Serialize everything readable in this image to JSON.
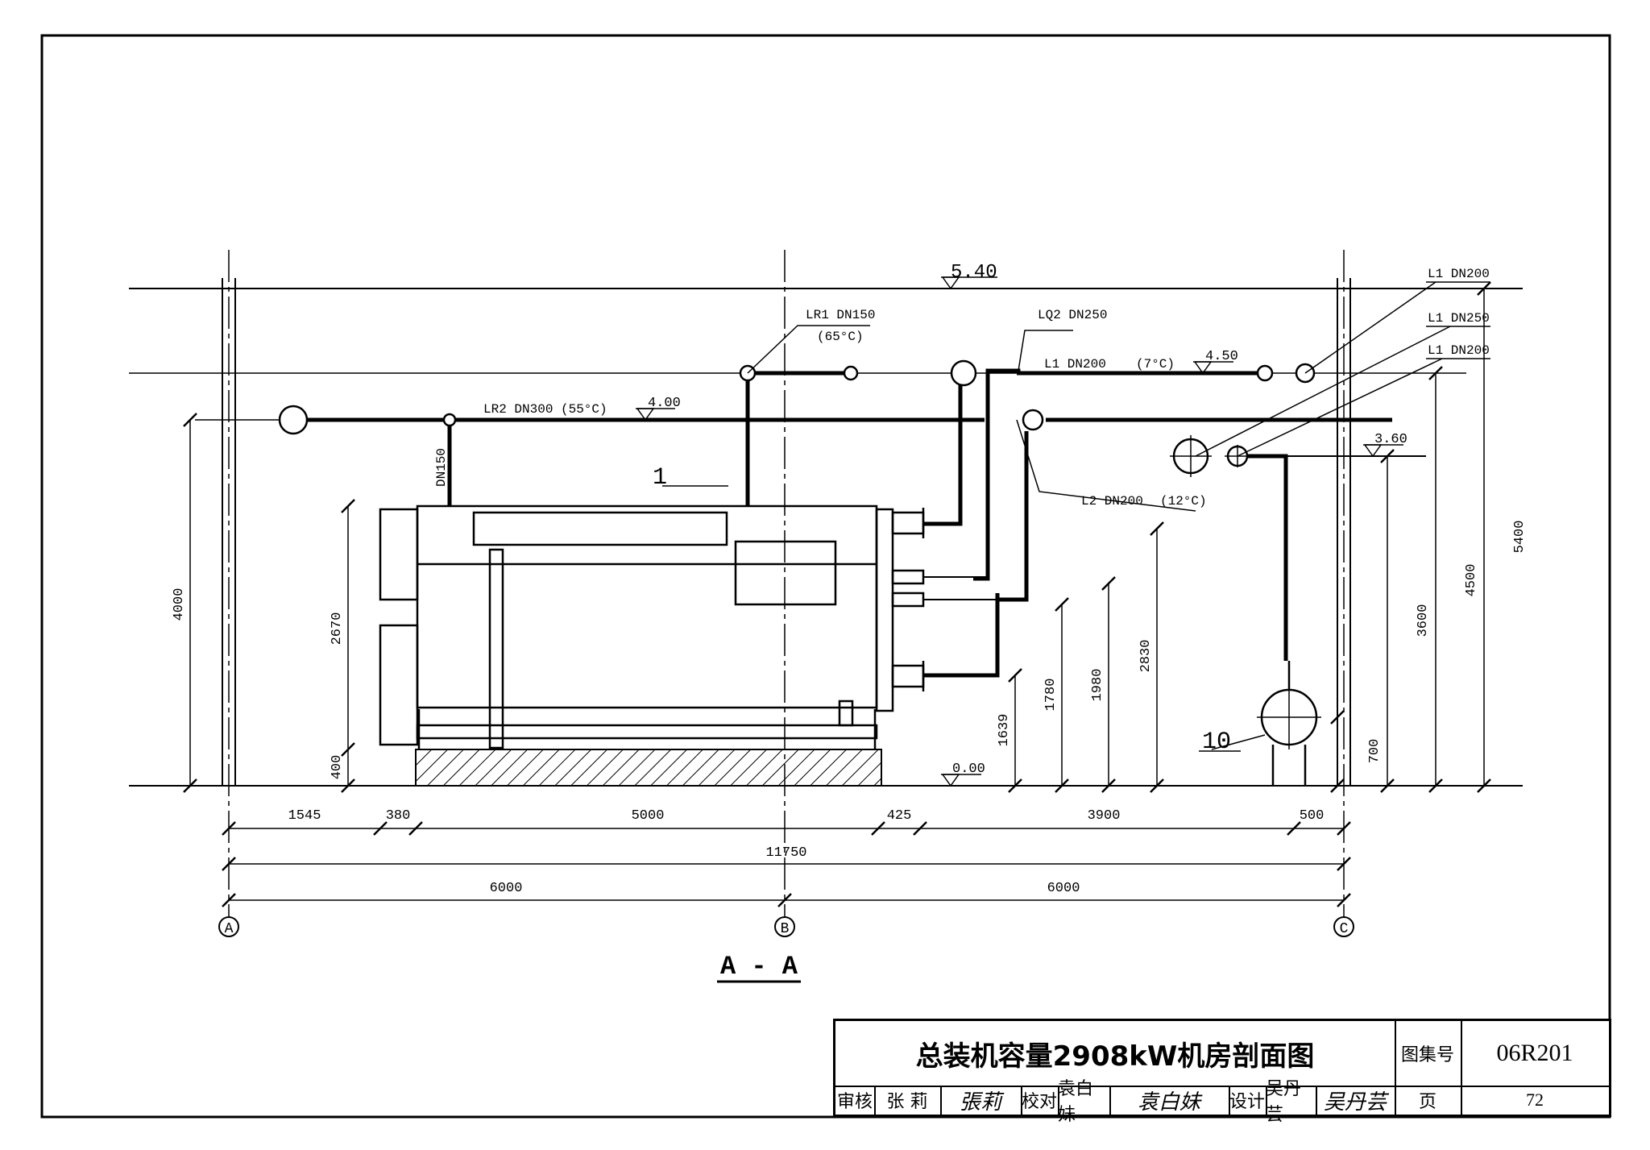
{
  "drawing": {
    "section_title": "A - A",
    "callouts": {
      "unit_1": "1",
      "pump_10": "10"
    },
    "axis_labels": [
      "A",
      "B",
      "C"
    ],
    "elevations": {
      "roof": "5.40",
      "pipe_upper": "4.50",
      "pipe_mid": "4.00",
      "pipe_lower": "3.60",
      "floor": "0.00"
    },
    "pipe_labels": {
      "lr1": "LR1 DN150",
      "lr1_temp": "(65°C)",
      "lq2": "LQ2 DN250",
      "l1_main": "L1 DN200",
      "l1_temp": "(7°C)",
      "lr2": "LR2 DN300",
      "lr2_temp": "(55°C)",
      "l2": "L2 DN200",
      "l2_temp": "(12°C)",
      "dn150": "DN150",
      "leader_l1_a": "L1 DN200",
      "leader_l1_b": "L1 DN250",
      "leader_l1_c": "L1 DN200"
    },
    "dims_horizontal_row1": [
      "1545",
      "380",
      "5000",
      "425",
      "3900",
      "500"
    ],
    "dims_horizontal_row2": [
      "11750"
    ],
    "dims_horizontal_row3": [
      "6000",
      "6000"
    ],
    "dims_vertical": {
      "left_4000": "4000",
      "left_2670": "2670",
      "left_400": "400",
      "d_1639": "1639",
      "d_1780": "1780",
      "d_1980": "1980",
      "d_2830": "2830",
      "d_700": "700",
      "d_3600": "3600",
      "d_4500": "4500",
      "d_5400": "5400"
    }
  },
  "title_block": {
    "title": "总装机容量2908kW机房剖面图",
    "atlas_label": "图集号",
    "atlas_no": "06R201",
    "review_label": "审核",
    "reviewer": "张 莉",
    "reviewer_sig": "張莉",
    "check_label": "校对",
    "checker": "袁白妹",
    "checker_sig": "袁白妹",
    "design_label": "设计",
    "designer": "吴丹芸",
    "designer_sig": "吴丹芸",
    "page_label": "页",
    "page_no": "72"
  }
}
